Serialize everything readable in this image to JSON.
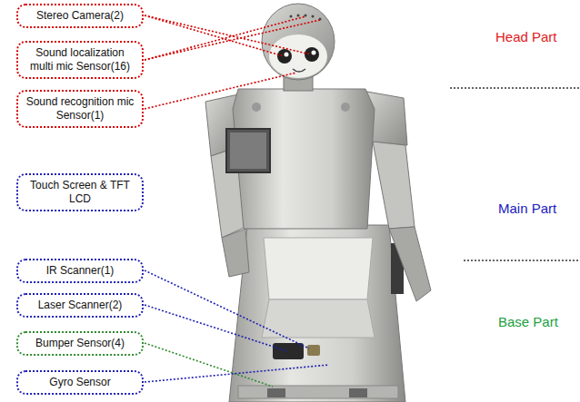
{
  "diagram": {
    "nodes": [
      {
        "text": [
          "Stereo Camera(2)"
        ]
      },
      {
        "text": [
          "Sound localization multi mic Sensor(16)"
        ]
      },
      {
        "text": [
          "Sound recognition mic Sensor(1)"
        ]
      },
      {
        "text": [
          "Touch Screen & TFT LCD"
        ]
      },
      {
        "text": [
          "IR Scanner(1)"
        ]
      },
      {
        "text": [
          "Laser Scanner(2)"
        ]
      },
      {
        "text": [
          "Bumper Sensor(4)"
        ]
      },
      {
        "text": [
          "Gyro Sensor"
        ]
      }
    ],
    "labels": [
      "Head Part",
      "Main Part",
      "Base Part"
    ]
  }
}
